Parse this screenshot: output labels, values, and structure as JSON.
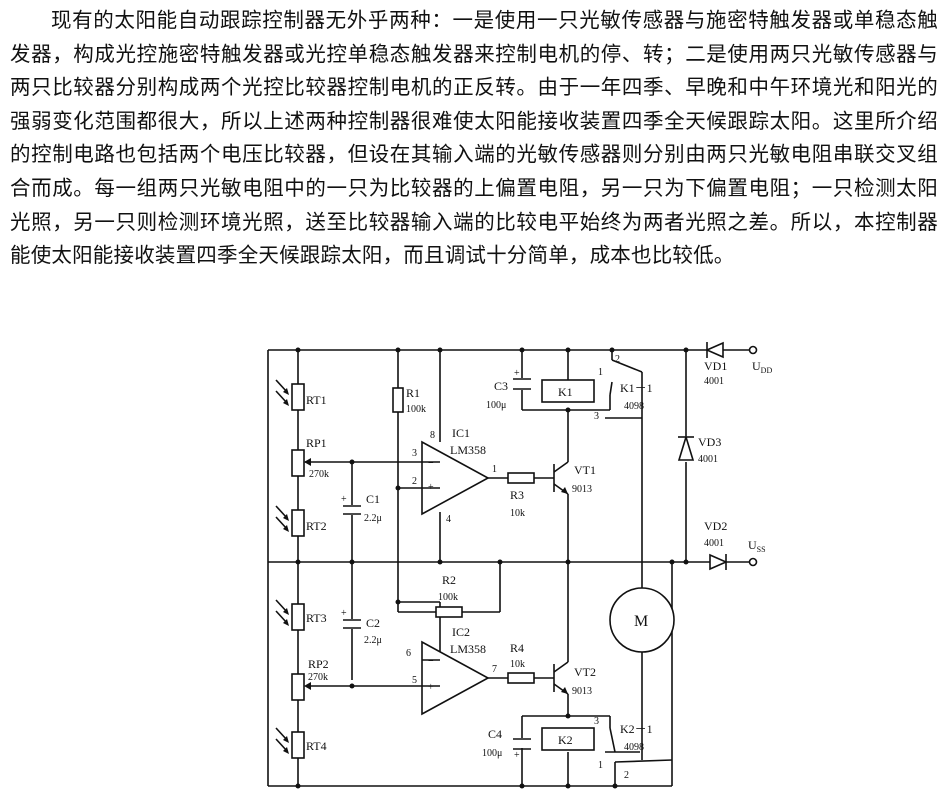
{
  "article": {
    "text": "现有的太阳能自动跟踪控制器无外乎两种：一是使用一只光敏传感器与施密特触发器或单稳态触发器，构成光控施密特触发器或光控单稳态触发器来控制电机的停、转；二是使用两只光敏传感器与两只比较器分别构成两个光控比较器控制电机的正反转。由于一年四季、早晚和中午环境光和阳光的强弱变化范围都很大，所以上述两种控制器很难使太阳能接收装置四季全天候跟踪太阳。这里所介绍的控制电路也包括两个电压比较器，但设在其输入端的光敏传感器则分别由两只光敏电阻串联交叉组合而成。每一组两只光敏电阻中的一只为比较器的上偏置电阻，另一只为下偏置电阻；一只检测太阳光照，另一只则检测环境光照，送至比较器输入端的比较电平始终为两者光照之差。所以，本控制器能使太阳能接收装置四季全天候跟踪太阳，而且调试十分简单，成本也比较低。"
  },
  "schematic": {
    "rt1": "RT1",
    "rt2": "RT2",
    "rt3": "RT3",
    "rt4": "RT4",
    "rp1": "RP1",
    "rp1_val": "270k",
    "rp2": "RP2",
    "rp2_val": "270k",
    "r1": "R1",
    "r1_val": "100k",
    "r2": "R2",
    "r2_val": "100k",
    "r3": "R3",
    "r3_val": "10k",
    "r4": "R4",
    "r4_val": "10k",
    "c1": "C1",
    "c1_val": "2.2μ",
    "c2": "C2",
    "c2_val": "2.2μ",
    "c3": "C3",
    "c3_val": "100μ",
    "c4": "C4",
    "c4_val": "100μ",
    "ic1": "IC1",
    "ic1_part": "LM358",
    "ic2": "IC2",
    "ic2_part": "LM358",
    "vt1": "VT1",
    "vt1_part": "9013",
    "vt2": "VT2",
    "vt2_part": "9013",
    "k1": "K1",
    "k2": "K2",
    "k1_1": "K1－1",
    "k1_1_part": "4098",
    "k2_1": "K2－1",
    "k2_1_part": "4098",
    "vd1": "VD1",
    "vd1_part": "4001",
    "vd2": "VD2",
    "vd2_part": "4001",
    "vd3": "VD3",
    "vd3_part": "4001",
    "motor": "M",
    "udd": "U",
    "udd_sub": "DD",
    "uss": "U",
    "uss_sub": "SS",
    "pin_ic1_8": "8",
    "pin_ic1_3": "3",
    "pin_ic1_2": "2",
    "pin_ic1_4": "4",
    "pin_ic1_1": "1",
    "pin_ic2_6": "6",
    "pin_ic2_5": "5",
    "pin_ic2_7": "7",
    "sw1_pin1": "1",
    "sw1_pin2": "2",
    "sw1_pin3": "3",
    "sw2_pin1": "1",
    "sw2_pin2": "2",
    "sw2_pin3": "3"
  }
}
